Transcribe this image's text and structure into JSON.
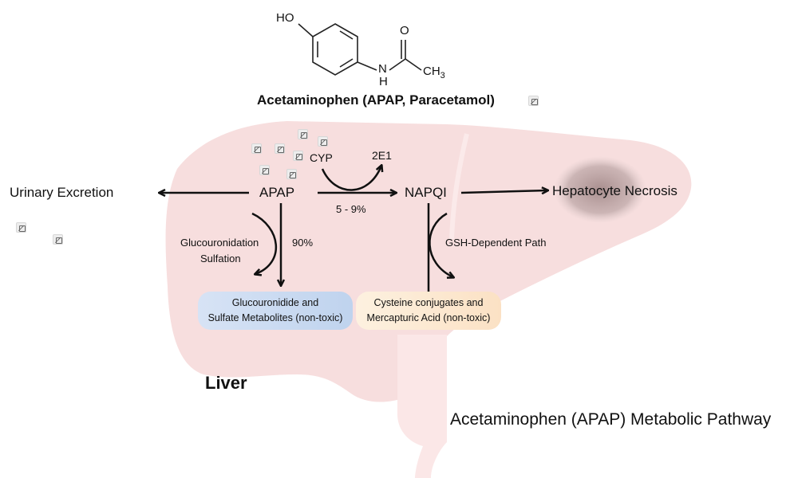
{
  "molecule": {
    "label_ho": "HO",
    "label_o": "O",
    "label_n": "N",
    "label_h": "H",
    "label_ch3": "CH",
    "label_ch3_sub": "3",
    "caption": "Acetaminophen (APAP, Paracetamol)"
  },
  "nodes": {
    "apap": "APAP",
    "napqi": "NAPQI",
    "urinary": "Urinary Excretion",
    "necrosis": "Hepatocyte Necrosis",
    "cyp": "CYP",
    "cyp_2e1": "2E1",
    "cyp_percent": "5 - 9%",
    "gluc_line1": "Glucouronidation",
    "gluc_line2": "Sulfation",
    "gluc_percent": "90%",
    "gsh": "GSH-Dependent Path"
  },
  "boxes": {
    "gluc_line1": "Glucouronidide and",
    "gluc_line2": "Sulfate Metabolites (non-toxic)",
    "cys_line1": "Cysteine conjugates and",
    "cys_line2": "Mercapturic Acid (non-toxic)"
  },
  "organ_label": "Liver",
  "diagram_title": "Acetaminophen (APAP) Metabolic Pathway",
  "colors": {
    "liver": "#f7dede",
    "gluc_box": "#c9d9f0",
    "cys_box": "#fde8d0",
    "necrosis": "#b9a3a3"
  },
  "icons": [
    "image-placeholder-icon"
  ]
}
